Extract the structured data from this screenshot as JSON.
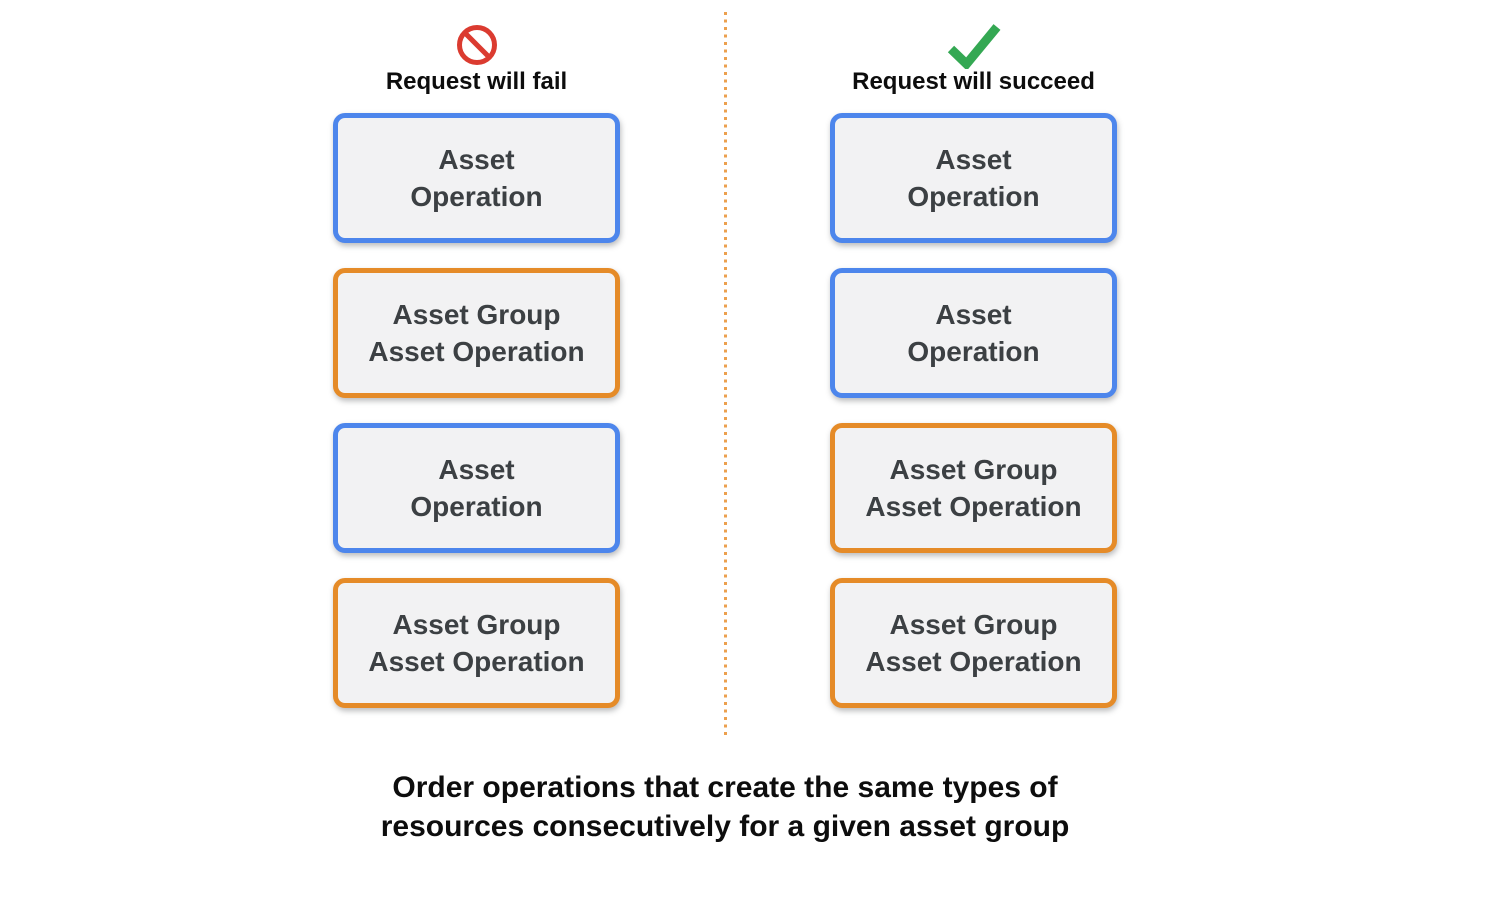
{
  "columns": [
    {
      "id": "fail",
      "icon": "prohibited-icon",
      "title": "Request will fail",
      "boxes": [
        {
          "type": "blue",
          "lines": [
            "Asset",
            "Operation"
          ]
        },
        {
          "type": "orange",
          "lines": [
            "Asset Group",
            "Asset Operation"
          ]
        },
        {
          "type": "blue",
          "lines": [
            "Asset",
            "Operation"
          ]
        },
        {
          "type": "orange",
          "lines": [
            "Asset Group",
            "Asset Operation"
          ]
        }
      ]
    },
    {
      "id": "succeed",
      "icon": "checkmark-icon",
      "title": "Request will succeed",
      "boxes": [
        {
          "type": "blue",
          "lines": [
            "Asset",
            "Operation"
          ]
        },
        {
          "type": "blue",
          "lines": [
            "Asset",
            "Operation"
          ]
        },
        {
          "type": "orange",
          "lines": [
            "Asset Group",
            "Asset Operation"
          ]
        },
        {
          "type": "orange",
          "lines": [
            "Asset Group",
            "Asset Operation"
          ]
        }
      ]
    }
  ],
  "caption": {
    "line1": "Order operations that create the same types of",
    "line2": "resources consecutively for a given asset group"
  },
  "colors": {
    "blue_box_border": "#4d86ec",
    "orange_box_border": "#e58b28",
    "box_background": "#f2f2f3",
    "box_text": "#3c4043",
    "divider_dotted_orange": "#eca04e",
    "fail_icon_red": "#db3b30",
    "success_icon_green": "#34a853",
    "heading_text": "#0d0d0d"
  }
}
